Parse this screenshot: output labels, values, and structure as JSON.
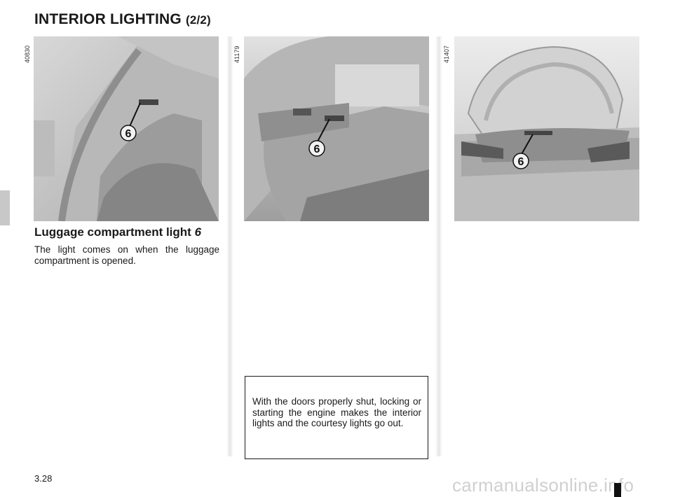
{
  "header": {
    "title": "INTERIOR LIGHTING",
    "title_suffix": "(2/2)"
  },
  "figures": [
    {
      "code": "40830",
      "callout": "6"
    },
    {
      "code": "41179",
      "callout": "6"
    },
    {
      "code": "41407",
      "callout": "6"
    }
  ],
  "section": {
    "heading": "Luggage compartment light",
    "heading_number": "6",
    "body": "The light comes on when the luggage compartment is opened."
  },
  "note": {
    "text": "With the doors properly shut, locking or starting the engine makes the interior lights and the courtesy lights go out."
  },
  "footer": {
    "page_number": "3.28",
    "watermark": "carmanualsonline.info"
  }
}
